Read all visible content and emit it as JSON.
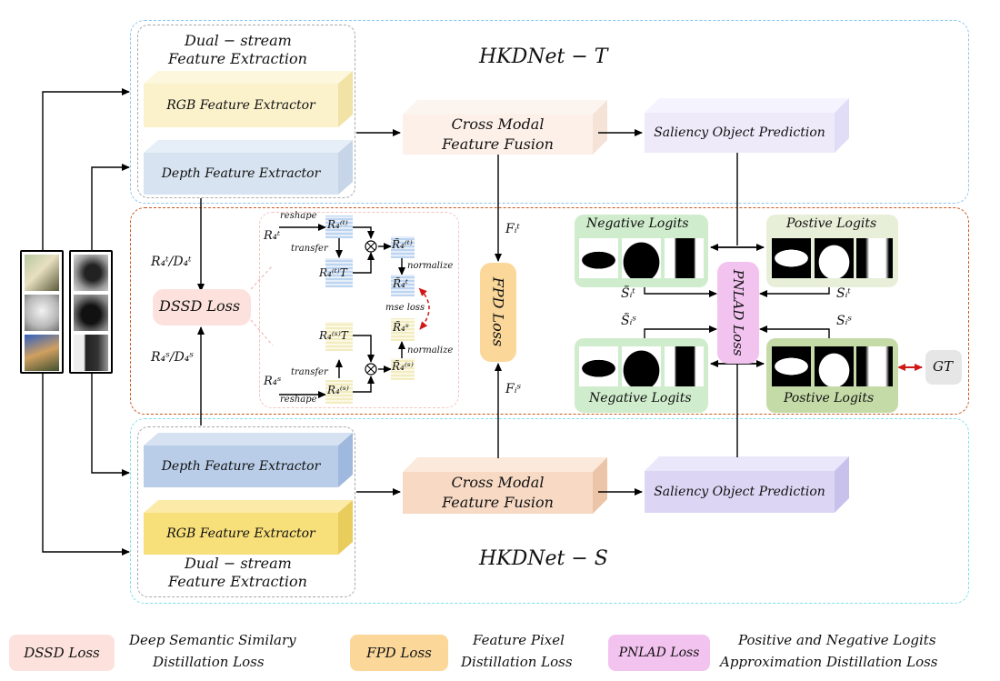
{
  "teacher": {
    "title": "HKDNet − T",
    "dual_stream_line1": "Dual − stream",
    "dual_stream_line2": "Feature Extraction",
    "rgb_extractor": "RGB Feature Extractor",
    "depth_extractor": "Depth Feature Extractor",
    "fusion_line1": "Cross Modal",
    "fusion_line2": "Feature Fusion",
    "prediction": "Saliency Object Prediction"
  },
  "student": {
    "title": "HKDNet − S",
    "dual_stream_line1": "Dual − stream",
    "dual_stream_line2": "Feature Extraction",
    "rgb_extractor": "RGB Feature Extractor",
    "depth_extractor": "Depth Feature Extractor",
    "fusion_line1": "Cross Modal",
    "fusion_line2": "Feature Fusion",
    "prediction": "Saliency Object Prediction"
  },
  "distill": {
    "dssd_loss": "DSSD Loss",
    "fpd_loss": "FPD Loss",
    "pnlad_loss": "PNLAD Loss",
    "teacher_feat": "R₄ᵗ/D₄ᵗ",
    "student_feat": "R₄ˢ/D₄ˢ",
    "fi_t": "Fᵢᵗ",
    "fi_s": "Fᵢˢ",
    "neg_logits_top": "Negative Logits",
    "pos_logits_top": "Postive Logits",
    "neg_logits_bottom": "Negative Logits",
    "pos_logits_bottom": "Postive Logits",
    "s_tilde_t": "S̃ᵢᵗ",
    "s_tilde_s": "S̃ᵢˢ",
    "s_t": "Sᵢᵗ",
    "s_s": "Sᵢˢ",
    "gt": "GT",
    "inner": {
      "r4t": "R₄ᵗ",
      "r4s": "R₄ˢ",
      "reshape": "reshape",
      "transfer": "transfer",
      "r4_t_paren": "R₄⁽ᵗ⁾",
      "r4_t_T": "R₄⁽ᵗ⁾T",
      "r4_t_tilde": "R̃₄⁽ᵗ⁾",
      "r4t_tilde": "R̃₄ᵗ",
      "r4_s_paren": "R₄⁽ˢ⁾",
      "r4_s_T": "R₄⁽ˢ⁾T",
      "r4_s_tilde": "R̃₄⁽ˢ⁾",
      "r4s_tilde": "R̃₄ˢ",
      "normalize": "normalize",
      "mse_loss": "mse loss",
      "otimes": "⊗"
    }
  },
  "legend": {
    "dssd_badge": "DSSD Loss",
    "dssd_desc_line1": "Deep Semantic Similary",
    "dssd_desc_line2": "Distillation Loss",
    "fpd_badge": "FPD Loss",
    "fpd_desc_line1": "Feature Pixel",
    "fpd_desc_line2": "Distillation Loss",
    "pnlad_badge": "PNLAD Loss",
    "pnlad_desc_line1": "Positive and Negative Logits",
    "pnlad_desc_line2": "Approximation Distillation Loss"
  },
  "colors": {
    "teacher_border": "#8fc6ee",
    "student_border": "#7fe0e6",
    "distill_border": "#c85a1e",
    "rgb_face": "#fbf2cc",
    "depth_face": "#d7e3f0",
    "rgb_face_s": "#f7df7a",
    "depth_face_s": "#b9cde8",
    "fusion_face_t": "#fdf0e8",
    "fusion_face_s": "#f7d9c4",
    "pred_face_t": "#eeeafa",
    "pred_face_s": "#dcd6f4",
    "dssd": "#fce1dc",
    "fpd": "#fbd89a",
    "pnlad": "#f3c3f0",
    "neg": "#cfeccc",
    "pos": "#e8efd9",
    "gt": "#e6e6e6"
  }
}
